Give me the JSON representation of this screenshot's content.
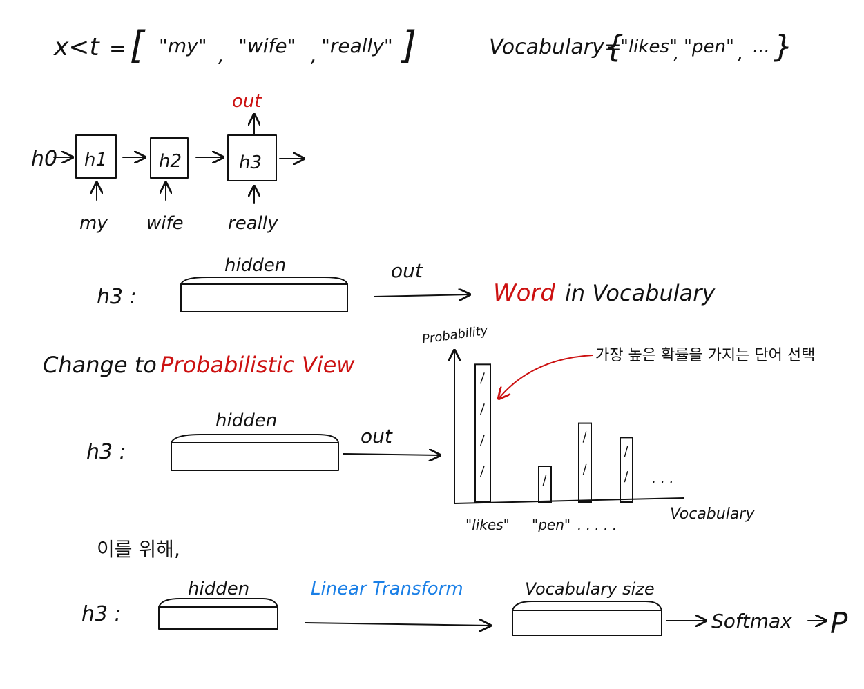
{
  "header": {
    "x_lt": "x<t",
    "equals": "=",
    "open_bracket": "[",
    "close_bracket": "]",
    "seq_words": [
      "\"my\"",
      "\"wife\"",
      "\"really\""
    ],
    "vocab_label": "Vocabulary=",
    "vocab_open": "{",
    "vocab_items": [
      "\"likes\"",
      "\"pen\"",
      "..."
    ],
    "vocab_close": "}"
  },
  "rnn": {
    "h0": "h0",
    "cells": [
      "h1",
      "h2",
      "h3"
    ],
    "inputs": [
      "my",
      "wife",
      "really"
    ],
    "out": "out"
  },
  "section1": {
    "h3": "h3 :",
    "hidden": "hidden",
    "out": "out",
    "result_word": "Word",
    "result_rest": "in Vocabulary"
  },
  "section2": {
    "title_prefix": "Change to",
    "title_highlight": "Probabilistic View",
    "h3": "h3 :",
    "hidden": "hidden",
    "out": "out",
    "annotation": "가장 높은 확률을 가지는 단어 선택"
  },
  "chart_data": {
    "type": "bar",
    "ylabel": "Probability",
    "xlabel": "Vocabulary",
    "tick_labels": [
      "\"likes\"",
      "\"pen\""
    ],
    "tick_ellipsis": ". . . . .",
    "trailing_ellipsis": ". . .",
    "categories": [
      "\"likes\"",
      "\"pen\"",
      "",
      ""
    ],
    "values": [
      0.96,
      0.25,
      0.55,
      0.45
    ],
    "ylim": [
      0,
      1
    ],
    "grid": false
  },
  "section3": {
    "note": "이를 위해,",
    "h3": "h3 :",
    "hidden": "hidden",
    "transform": "Linear Transform",
    "vocab_size": "Vocabulary size",
    "softmax": "Softmax",
    "p": "P"
  },
  "colors": {
    "ink": "#111111",
    "highlight_red": "#cc1111",
    "linear_blue": "#1a7fe6"
  }
}
